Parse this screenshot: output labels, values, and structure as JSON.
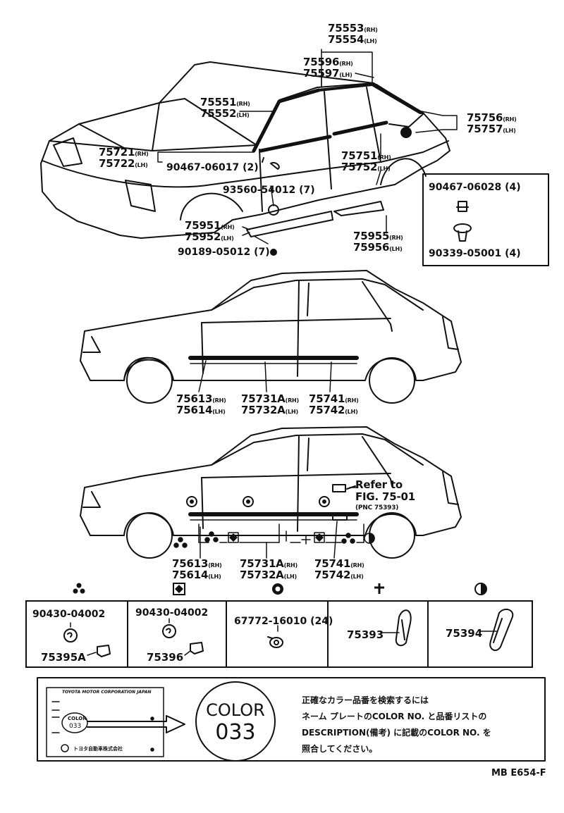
{
  "top_view": {
    "callouts": [
      {
        "id": "c75553",
        "pn": "75553",
        "side": "RH"
      },
      {
        "id": "c75554",
        "pn": "75554",
        "side": "LH"
      },
      {
        "id": "c75596",
        "pn": "75596",
        "side": "RH"
      },
      {
        "id": "c75597",
        "pn": "75597",
        "side": "LH"
      },
      {
        "id": "c75551",
        "pn": "75551",
        "side": "RH"
      },
      {
        "id": "c75552",
        "pn": "75552",
        "side": "LH"
      },
      {
        "id": "c75756",
        "pn": "75756",
        "side": "RH"
      },
      {
        "id": "c75757",
        "pn": "75757",
        "side": "LH"
      },
      {
        "id": "c75721",
        "pn": "75721",
        "side": "RH"
      },
      {
        "id": "c75722",
        "pn": "75722",
        "side": "LH"
      },
      {
        "id": "c75751",
        "pn": "75751",
        "side": "RH"
      },
      {
        "id": "c75752",
        "pn": "75752",
        "side": "LH"
      },
      {
        "id": "c75951",
        "pn": "75951",
        "side": "RH"
      },
      {
        "id": "c75952",
        "pn": "75952",
        "side": "LH"
      },
      {
        "id": "c75955",
        "pn": "75955",
        "side": "RH"
      },
      {
        "id": "c75956",
        "pn": "75956",
        "side": "LH"
      }
    ],
    "hardware": [
      {
        "pn": "90467-06017",
        "qty": "(2)"
      },
      {
        "pn": "93560-54012",
        "qty": "(7)"
      },
      {
        "pn": "90189-05012",
        "qty": "(7)"
      }
    ],
    "inset_box": [
      {
        "pn": "90467-06028",
        "qty": "(4)"
      },
      {
        "pn": "90339-05001",
        "qty": "(4)"
      }
    ]
  },
  "mid_view": {
    "callouts": [
      {
        "pn": "75613",
        "side": "RH"
      },
      {
        "pn": "75614",
        "side": "LH"
      },
      {
        "pn": "75731A",
        "side": "RH"
      },
      {
        "pn": "75732A",
        "side": "LH"
      },
      {
        "pn": "75741",
        "side": "RH"
      },
      {
        "pn": "75742",
        "side": "LH"
      }
    ]
  },
  "low_view": {
    "callouts": [
      {
        "pn": "75613",
        "side": "RH"
      },
      {
        "pn": "75614",
        "side": "LH"
      },
      {
        "pn": "75731A",
        "side": "RH"
      },
      {
        "pn": "75732A",
        "side": "LH"
      },
      {
        "pn": "75741",
        "side": "RH"
      },
      {
        "pn": "75742",
        "side": "LH"
      }
    ],
    "refer_line1": "Refer to",
    "refer_line2": "FIG. 75-01",
    "refer_line3": "(PNC 75393)"
  },
  "table": {
    "cells": [
      {
        "symbol": "clover-icon",
        "parts": [
          "90430-04002",
          "75395A"
        ]
      },
      {
        "symbol": "diamond-square-icon",
        "parts": [
          "90430-04002",
          "75396"
        ]
      },
      {
        "symbol": "ring-dot-icon",
        "parts": [
          "67772-16010 (24)"
        ]
      },
      {
        "symbol": "cross-icon",
        "parts": [
          "75393"
        ]
      },
      {
        "symbol": "half-circle-icon",
        "parts": [
          "75394"
        ]
      }
    ]
  },
  "color_plate": {
    "plate_title": "TOYOTA MOTOR CORPORATION JAPAN",
    "plate_color": "COLOR",
    "plate_code": "033",
    "plate_maker": "トヨタ自動車株式会社",
    "circle_color": "COLOR",
    "circle_code": "033",
    "jp_line1": "正確なカラー品番を検索するには",
    "jp_line2": "ネーム プレートのCOLOR NO. と品番リストの",
    "jp_line3": "DESCRIPTION(備考) に記載のCOLOR NO. を",
    "jp_line4": "照合してください。"
  },
  "figure_code": "MB E654-F"
}
